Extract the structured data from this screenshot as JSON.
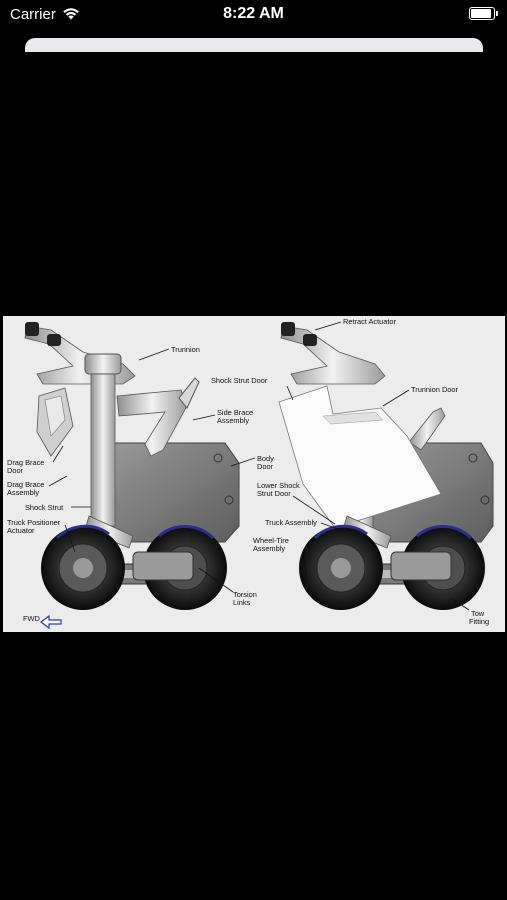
{
  "status_bar": {
    "carrier": "Carrier",
    "time": "8:22 AM"
  },
  "figure": {
    "labels": {
      "trunnion": "Trunnion",
      "side_brace_1": "Side Brace",
      "side_brace_2": "Assembly",
      "drag_brace_door_1": "Drag Brace",
      "drag_brace_door_2": "Door",
      "drag_brace_assembly_1": "Drag Brace",
      "drag_brace_assembly_2": "Assembly",
      "shock_strut": "Shock Strut",
      "truck_positioner_1": "Truck Positioner",
      "truck_positioner_2": "Actuator",
      "fwd": "FWD",
      "torsion_links_1": "Torsion",
      "torsion_links_2": "Links",
      "retract_actuator": "Retract Actuator",
      "shock_strut_door": "Shock Strut Door",
      "trunnion_door": "Trunnion Door",
      "body_door_1": "Body",
      "body_door_2": "Door",
      "lower_shock_1": "Lower Shock",
      "lower_shock_2": "Strut Door",
      "truck_assembly": "Truck Assembly",
      "wheel_tire_1": "Wheel-Tire",
      "wheel_tire_2": "Assembly",
      "tow_fitting_1": "Tow",
      "tow_fitting_2": "Fitting"
    }
  }
}
